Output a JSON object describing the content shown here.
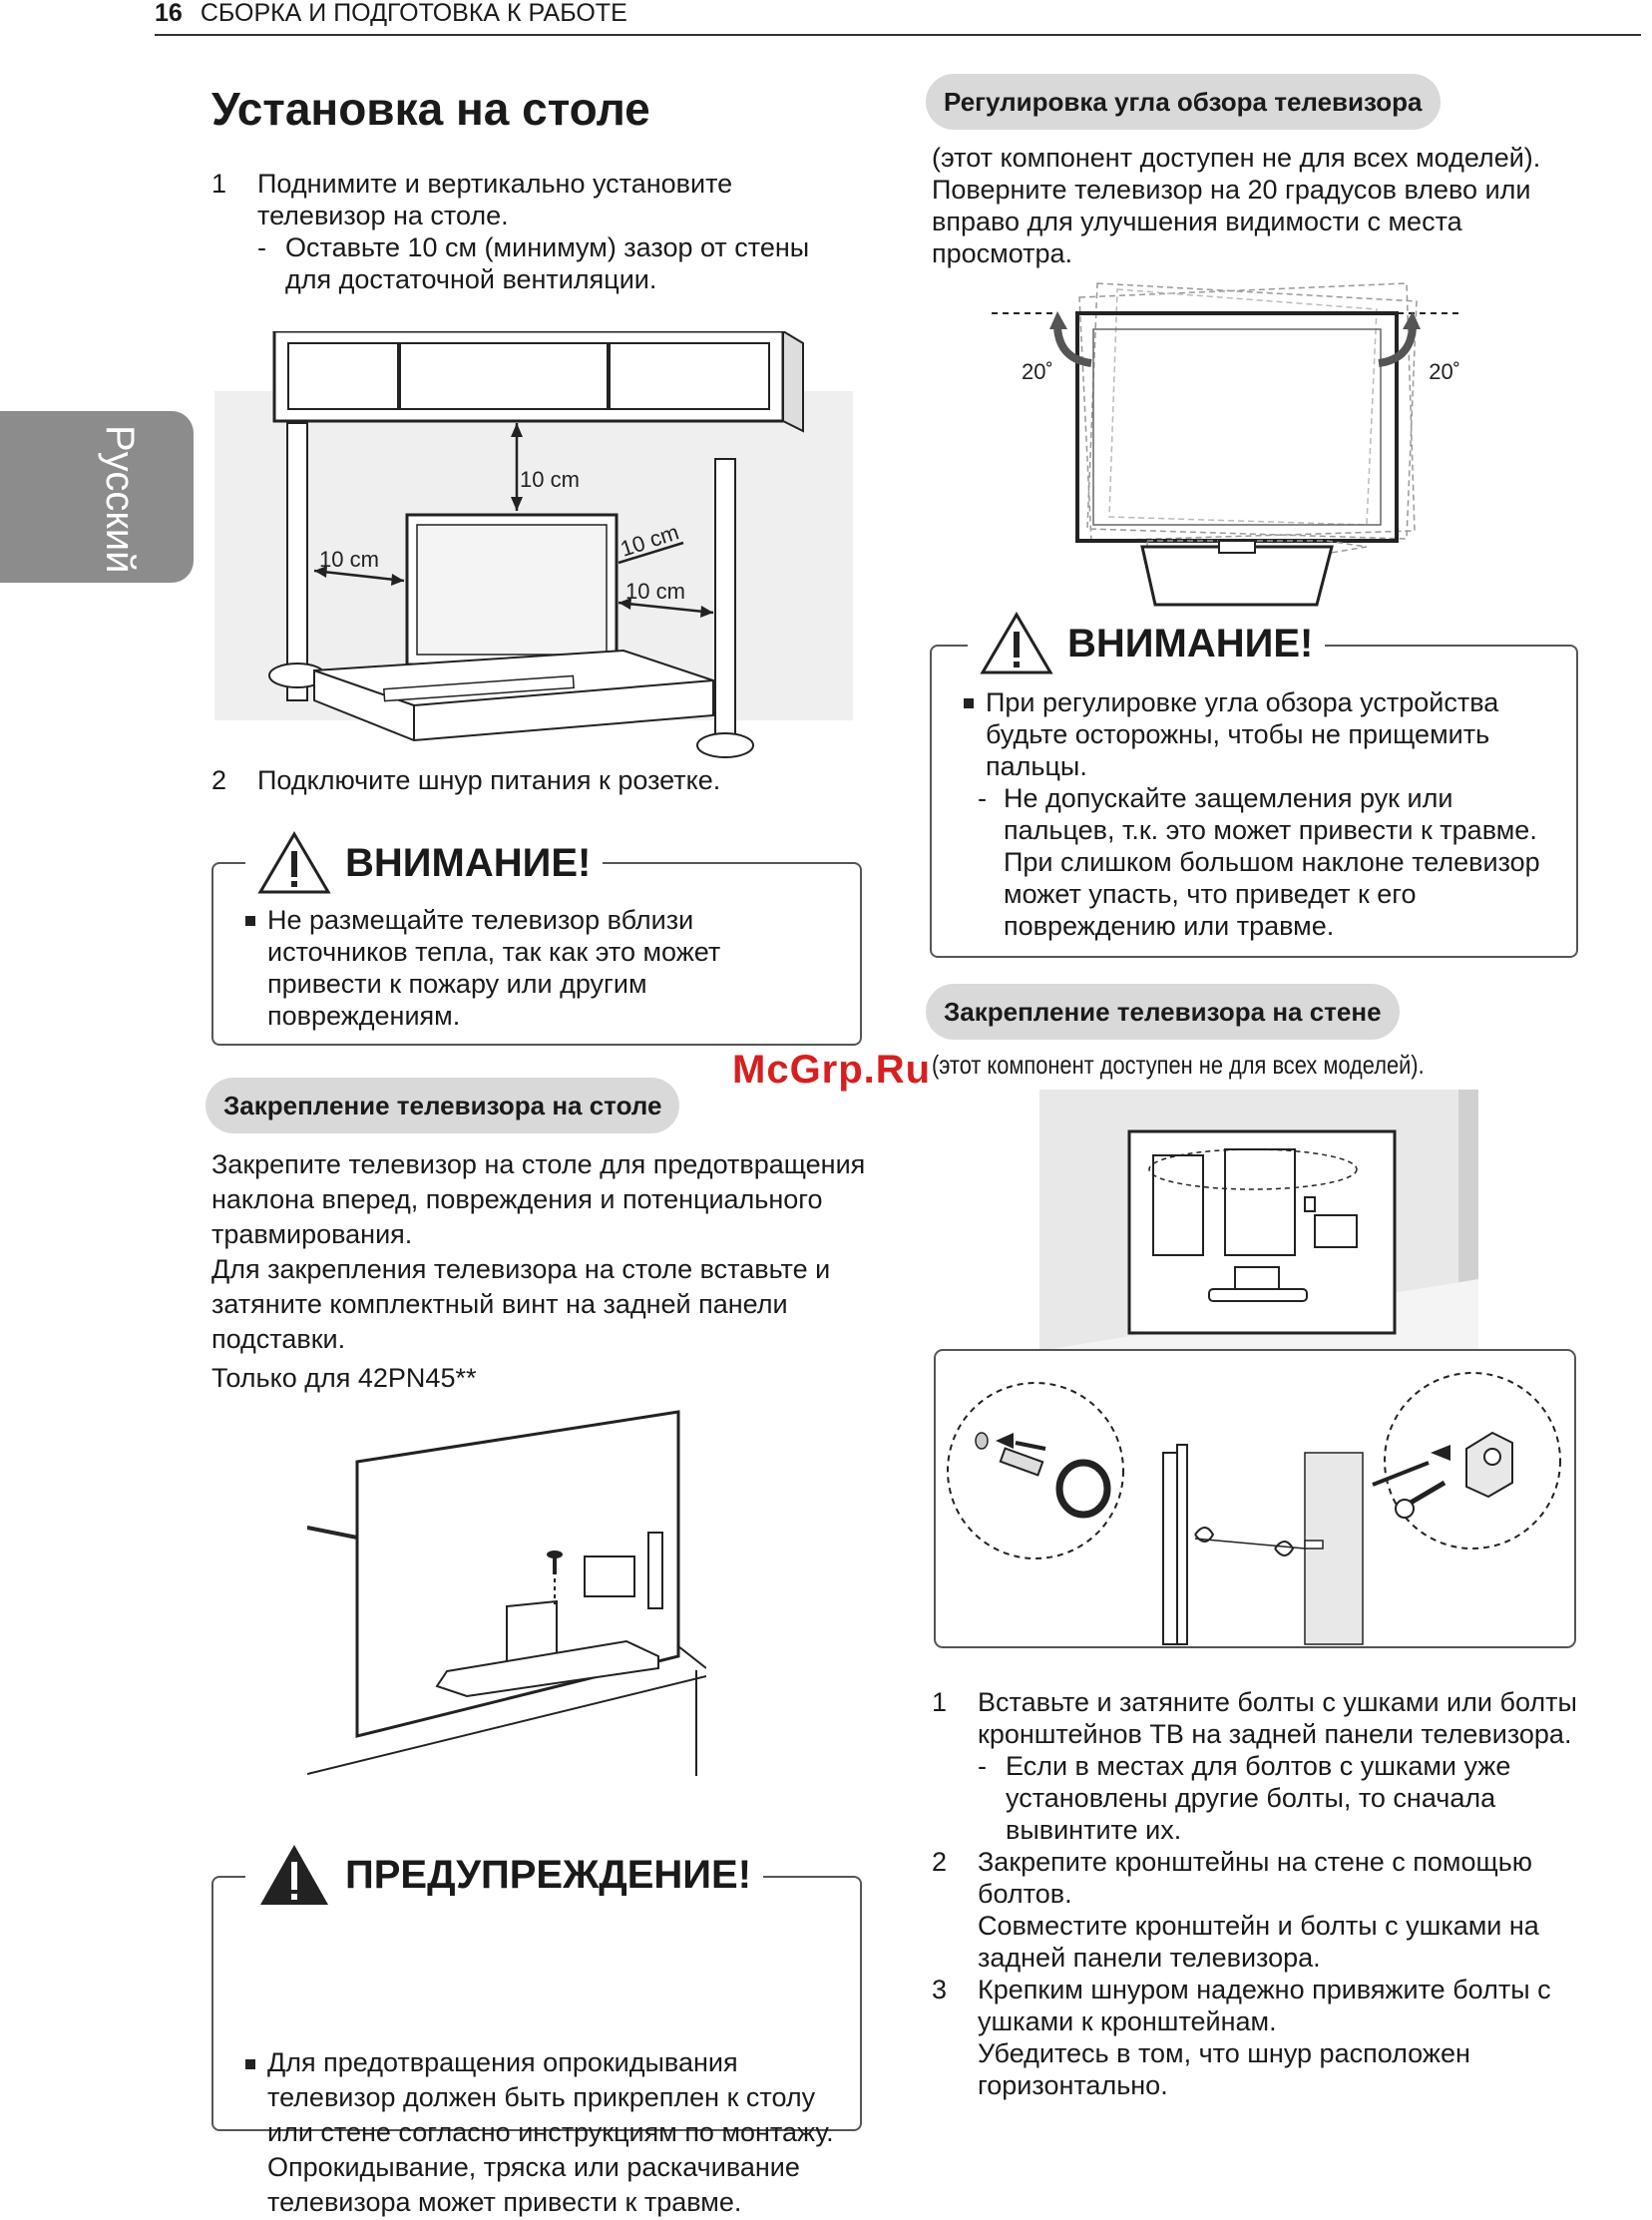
{
  "header": {
    "page_number": "16",
    "section": "СБОРКА И ПОДГОТОВКА К РАБОТЕ"
  },
  "side_tab": "Русский",
  "title": "Установка на столе",
  "table_install": {
    "step1_num": "1",
    "step1": "Поднимите и вертикально установите телевизор на столе.",
    "step1_sub": "Оставьте 10 см (минимум) зазор от стены для достаточной вентиляции.",
    "step2_num": "2",
    "step2": "Подключите шнур питания к розетке.",
    "dim_label": "10 cm"
  },
  "caution1": {
    "heading": "ВНИМАНИЕ!",
    "text": "Не размещайте телевизор вблизи источников тепла, так как это может привести к пожару или другим повреждениям."
  },
  "table_fix": {
    "heading": "Закрепление телевизора на столе",
    "p1": "Закрепите телевизор на столе для предотвращения наклона вперед, повреждения и потенциального травмирования.",
    "p2": "Для закрепления телевизора на столе вставьте и затяните комплектный винт на задней панели подставки.",
    "p3": "Только для 42PN45**"
  },
  "warning": {
    "heading": "ПРЕДУПРЕЖДЕНИЕ!",
    "text": "Для предотвращения опрокидывания телевизор должен быть прикреплен к столу или стене согласно инструкциям по монтажу. Опрокидывание, тряска или раскачивание телевизора может привести к травме."
  },
  "angle": {
    "heading": "Регулировка угла обзора телевизора",
    "text": "(этот компонент доступен не для всех моделей). Поверните телевизор на 20 градусов влево или вправо для улучшения видимости с места просмотра.",
    "deg_left": "20˚",
    "deg_right": "20˚"
  },
  "caution2": {
    "heading": "ВНИМАНИЕ!",
    "text": "При регулировке угла обзора устройства будьте осторожны, чтобы не прищемить пальцы.",
    "sub": "Не допускайте защемления рук или пальцев, т.к. это может привести к травме. При слишком большом наклоне телевизор может упасть, что приведет к его повреждению или травме."
  },
  "wall_fix": {
    "heading": "Закрепление телевизора на стене",
    "note": "(этот компонент доступен не для всех моделей).",
    "step1_num": "1",
    "step1": "Вставьте и затяните болты с ушками или болты кронштейнов ТВ на задней панели телевизора.",
    "step1_sub": "Если в местах для болтов с ушками уже установлены другие болты, то сначала вывинтите их.",
    "step2_num": "2",
    "step2a": "Закрепите кронштейны на стене с помощью болтов.",
    "step2b": "Совместите кронштейн и болты с ушками на задней панели телевизора.",
    "step3_num": "3",
    "step3a": "Крепким шнуром надежно привяжите болты с ушками к кронштейнам.",
    "step3b": "Убедитесь в том, что шнур расположен горизонтально."
  },
  "watermark": "McGrp.Ru"
}
